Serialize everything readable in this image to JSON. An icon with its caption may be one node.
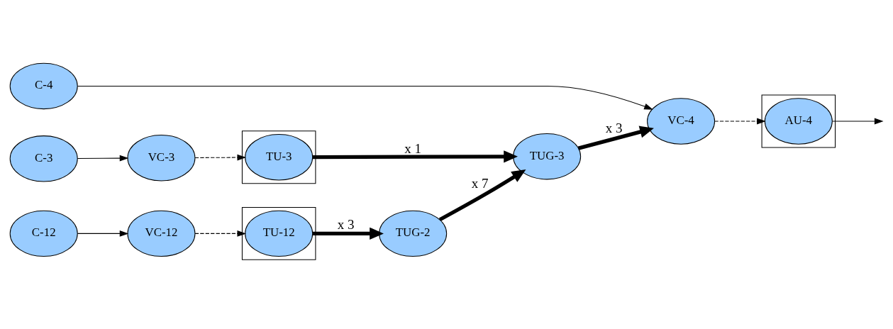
{
  "diagram": {
    "nodes": [
      {
        "text": [
          "C-4"
        ]
      },
      {
        "text": [
          "VC-4"
        ]
      },
      {
        "text": [],
        "shape": "box"
      },
      {
        "text": [
          "AU-4"
        ],
        "in": 2
      },
      {
        "text": [
          "C-3"
        ]
      },
      {
        "text": [
          "VC-3"
        ]
      },
      {
        "text": [],
        "shape": "box"
      },
      {
        "text": [
          "TU-3"
        ],
        "in": 6
      },
      {
        "text": [
          "TUG-3"
        ]
      },
      {
        "text": [
          "C-12"
        ]
      },
      {
        "text": [
          "VC-12"
        ]
      },
      {
        "text": [],
        "shape": "box"
      },
      {
        "text": [
          "TU-12"
        ],
        "in": 11
      },
      {
        "text": [
          "TUG-2"
        ]
      }
    ],
    "edges": [
      {
        "from": 0,
        "to": 1,
        "arrow": "to"
      },
      {
        "from": 1,
        "to": 3,
        "arrow": "to",
        "style": "dashed"
      },
      {
        "from": 3,
        "to": null,
        "arrow": "to"
      },
      {
        "from": 4,
        "to": 5,
        "arrow": "to"
      },
      {
        "from": 5,
        "to": 7,
        "arrow": "to",
        "style": "dashed"
      },
      {
        "from": 7,
        "to": 8,
        "arrow": "to",
        "style": "thick",
        "label": "x 1"
      },
      {
        "from": 8,
        "to": 1,
        "arrow": "to",
        "style": "thick",
        "label": "x 3"
      },
      {
        "from": 9,
        "to": 10,
        "arrow": "to"
      },
      {
        "from": 10,
        "to": 12,
        "arrow": "to",
        "style": "dashed"
      },
      {
        "from": 12,
        "to": 13,
        "arrow": "to",
        "style": "thick",
        "label": "x 3"
      },
      {
        "from": 13,
        "to": 8,
        "arrow": "to",
        "style": "thick",
        "label": "x 7"
      }
    ]
  }
}
